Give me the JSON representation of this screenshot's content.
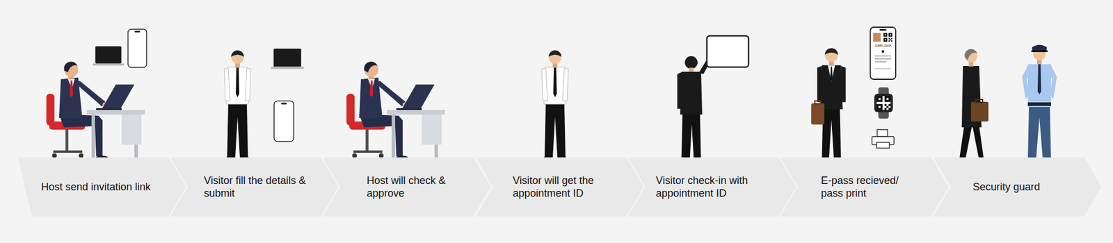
{
  "diagram": {
    "nodes": [
      {
        "text": [
          "Host send invitation link"
        ]
      },
      {
        "text": [
          "Visitor fill the details & submit"
        ]
      },
      {
        "text": [
          "Host will check & approve"
        ]
      },
      {
        "text": [
          "Visitor will get the appointment ID"
        ]
      },
      {
        "text": [
          "Visitor check-in with appointment ID"
        ]
      },
      {
        "text": [
          "E-pass recieved/ pass print"
        ]
      },
      {
        "text": [
          "Security guard"
        ]
      }
    ],
    "labels": [
      "JOHN DOE"
    ]
  }
}
